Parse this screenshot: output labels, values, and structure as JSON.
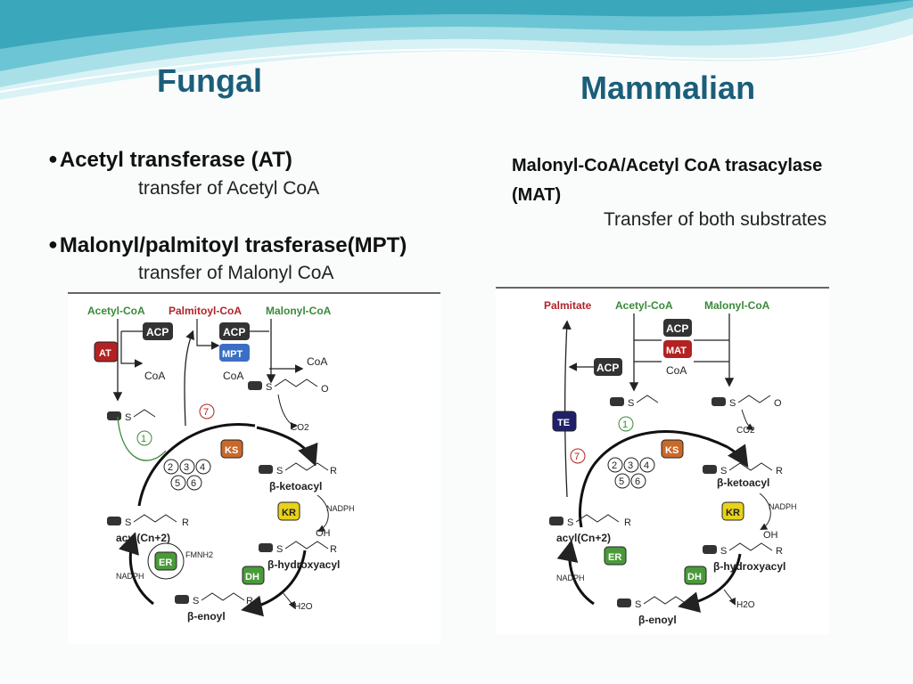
{
  "colors": {
    "title": "#1a5e7a",
    "wave_light": "#bfe9ef",
    "wave_mid": "#7fd0dc",
    "wave_dark": "#2e9db3"
  },
  "titles": {
    "fungal": "Fungal",
    "mammalian": "Mammalian"
  },
  "fungal_text": {
    "b1_head": "Acetyl transferase (AT)",
    "b1_sub": "transfer of Acetyl CoA",
    "b2_head": "Malonyl/palmitoyl trasferase(MPT)",
    "b2_sub": "transfer of Malonyl CoA",
    "bullet": "●"
  },
  "mammalian_text": {
    "head_line1": "Malonyl-CoA/Acetyl CoA trasacylase",
    "head_line2": "(MAT)",
    "sub": "Transfer of both substrates"
  },
  "fungal_diagram": {
    "acetyl_coa": "Acetyl-CoA",
    "palmitoyl_coa": "Palmitoyl-CoA",
    "malonyl_coa": "Malonyl-CoA",
    "at": "AT",
    "acp1": "ACP",
    "acp2": "ACP",
    "mpt": "MPT",
    "coa1": "CoA",
    "coa2": "CoA",
    "coa3": "CoA",
    "step7": "7",
    "step1": "1",
    "ks": "KS",
    "kr": "KR",
    "dh": "DH",
    "er": "ER",
    "n2": "2",
    "n3": "3",
    "n4": "4",
    "n5": "5",
    "n6": "6",
    "co2": "CO2",
    "nadph1": "NADPH",
    "nadph2": "NADPH",
    "fmnh2": "FMNH2",
    "h2o": "H2O",
    "s": "S",
    "o": "O",
    "r": "R",
    "oh": "OH",
    "ketoacyl": "β-ketoacyl",
    "hydroxyacyl": "β-hydroxyacyl",
    "enoyl": "β-enoyl",
    "acyl": "acyl(Cn+2)"
  },
  "mammalian_diagram": {
    "palmitate": "Palmitate",
    "acetyl_coa": "Acetyl-CoA",
    "malonyl_coa": "Malonyl-CoA",
    "acp1": "ACP",
    "mat": "MAT",
    "coa1": "CoA",
    "acp2": "ACP",
    "te": "TE",
    "step7": "7",
    "step1": "1",
    "ks": "KS",
    "kr": "KR",
    "dh": "DH",
    "er": "ER",
    "n2": "2",
    "n3": "3",
    "n4": "4",
    "n5": "5",
    "n6": "6",
    "co2": "CO2",
    "nadph1": "NADPH",
    "nadph2": "NADPH",
    "h2o": "H2O",
    "s": "S",
    "o": "O",
    "r": "R",
    "oh": "OH",
    "ketoacyl": "β-ketoacyl",
    "hydroxyacyl": "β-hydroxyacyl",
    "enoyl": "β-enoyl",
    "acyl": "acyl(Cn+2)"
  }
}
